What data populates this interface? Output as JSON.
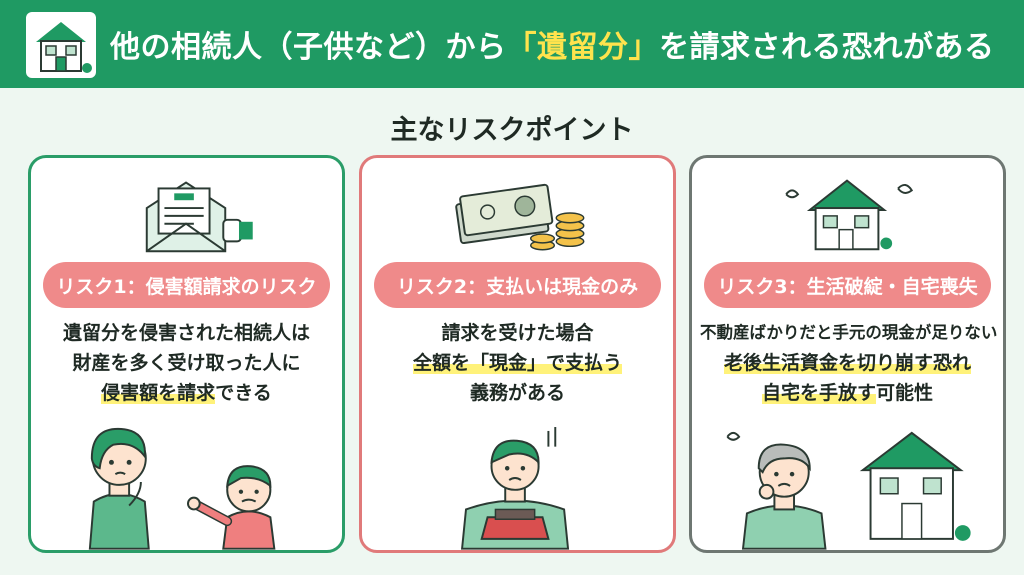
{
  "header": {
    "title_pre": "他の相続人（子供など）から",
    "title_highlight": "「遺留分」",
    "title_post": "を請求される恐れがある",
    "icon": "house-icon"
  },
  "subtitle": "主なリスクポイント",
  "colors": {
    "brand_green": "#1f9a63",
    "risk_pill": "#ef8a8a",
    "highlight": "#fff27a",
    "title_highlight": "#ffe34d"
  },
  "cards": [
    {
      "label": "リスク1：侵害額請求のリスク",
      "icon": "document-envelope-icon",
      "lines": [
        "遺留分を侵害された相続人は",
        "財産を多く受け取った人に"
      ],
      "line3_mark": "侵害額を請求",
      "line3_rest": "できる",
      "illustration": "mother-and-child-illustration"
    },
    {
      "label": "リスク2：支払いは現金のみ",
      "icon": "cash-and-coins-icon",
      "line1": "請求を受けた場合",
      "line2_mark": "全額を「現金」で支払う",
      "line3": "義務がある",
      "illustration": "empty-wallet-illustration"
    },
    {
      "label": "リスク3：生活破綻・自宅喪失",
      "icon": "house-worry-icon",
      "line1": "不動産ばかりだと手元の現金が足りない",
      "line2_mark": "老後生活資金を切り崩す恐れ",
      "line3_mark": "自宅を手放す",
      "line3_rest": "可能性",
      "illustration": "worried-elder-with-house-illustration"
    }
  ]
}
